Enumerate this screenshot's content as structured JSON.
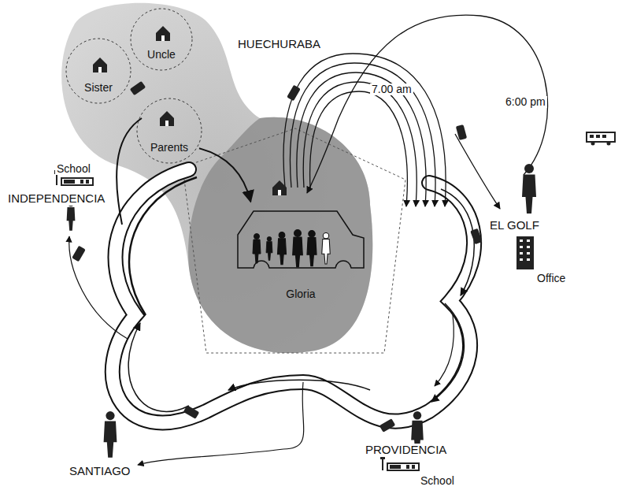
{
  "diagram": {
    "nodes": [
      {
        "text": [
          "Uncle"
        ]
      },
      {
        "text": [
          "Sister"
        ]
      },
      {
        "text": [
          "Parents"
        ]
      },
      {
        "text": [
          "Gloria"
        ]
      }
    ],
    "edges": [
      {
        "from": 2,
        "to": 3,
        "arrow": "to"
      }
    ],
    "labels": [
      "HUECHURABA",
      "7.00 am",
      "6:00 pm",
      "School",
      "INDEPENDENCIA",
      "EL GOLF",
      "Office",
      "SANTIAGO",
      "PROVIDENCIA",
      "School"
    ]
  }
}
